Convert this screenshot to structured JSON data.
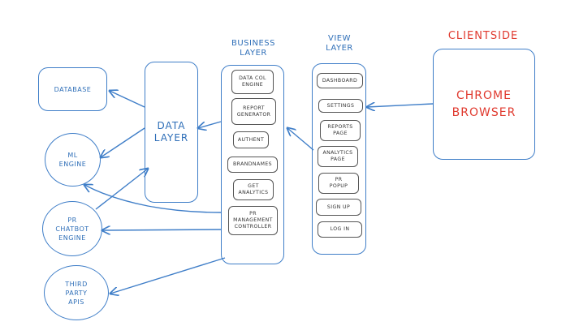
{
  "clientside": {
    "heading": "CLIENTSIDE",
    "browser": "CHROME\nBROWSER"
  },
  "view_layer": {
    "heading": "VIEW\nLAYER",
    "items": [
      "DASHBOARD",
      "SETTINGS",
      "REPORTS\nPAGE",
      "ANALYTICS\nPAGE",
      "PR\nPOPUP",
      "SIGN UP",
      "LOG IN"
    ]
  },
  "business_layer": {
    "heading": "BUSINESS\nLAYER",
    "items": [
      "DATA COL\nENGINE",
      "REPORT\nGENERATOR",
      "AUTHENT",
      "BRANDNAMES",
      "GET\nANALYTICS",
      "PR\nMANAGEMENT\nCONTROLLER"
    ]
  },
  "data_layer": {
    "label": "DATA\nLAYER"
  },
  "database": {
    "label": "DATABASE"
  },
  "engines": {
    "ml": "ML\nENGINE",
    "pr_chatbot": "PR\nCHATBOT\nENGINE",
    "third_party": "THIRD\nPARTY\nAPIS"
  },
  "colors": {
    "stroke": "#3f7ec8",
    "text_blue": "#2f6fb8",
    "text_red": "#e03a2f",
    "inner": "#555555"
  }
}
